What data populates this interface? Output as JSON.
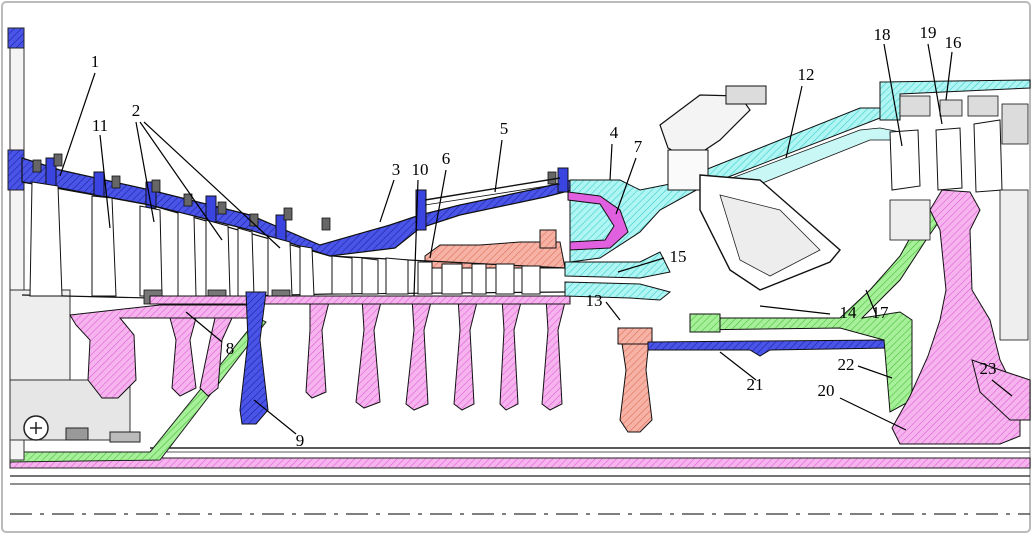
{
  "diagram": {
    "colors": {
      "blue": "#2b35d6",
      "pink": "#ef8ee6",
      "cyan": "#8ff0ee",
      "green": "#8ee67e",
      "salmon": "#f29a86",
      "outline": "#111111"
    },
    "labels": [
      "1",
      "2",
      "3",
      "4",
      "5",
      "6",
      "7",
      "8",
      "9",
      "10",
      "11",
      "12",
      "13",
      "14",
      "15",
      "16",
      "17",
      "18",
      "19",
      "20",
      "21",
      "22",
      "23"
    ]
  }
}
